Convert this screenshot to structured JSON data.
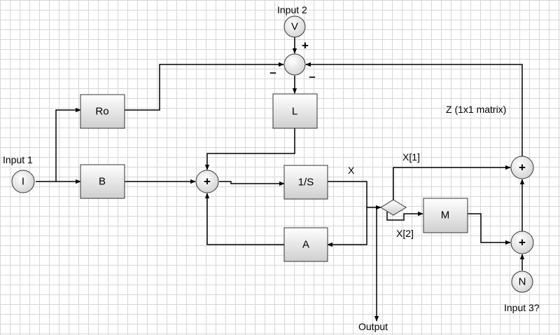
{
  "inputs": {
    "input1": "Input 1",
    "input2": "Input 2",
    "input3": "Input 3?",
    "output": "Output"
  },
  "sources": {
    "i": "I",
    "v": "V",
    "n": "N"
  },
  "blocks": {
    "ro": "Ro",
    "b": "B",
    "l": "L",
    "integrator": "1/S",
    "a": "A",
    "m": "M"
  },
  "sum_symbol": "+",
  "signals": {
    "x": "X",
    "x1": "X[1]",
    "x2": "X[2]",
    "z": "Z (1x1 matrix)"
  },
  "signs": {
    "v_plus": "+",
    "ro_minus": "–",
    "l_minus": "–"
  }
}
